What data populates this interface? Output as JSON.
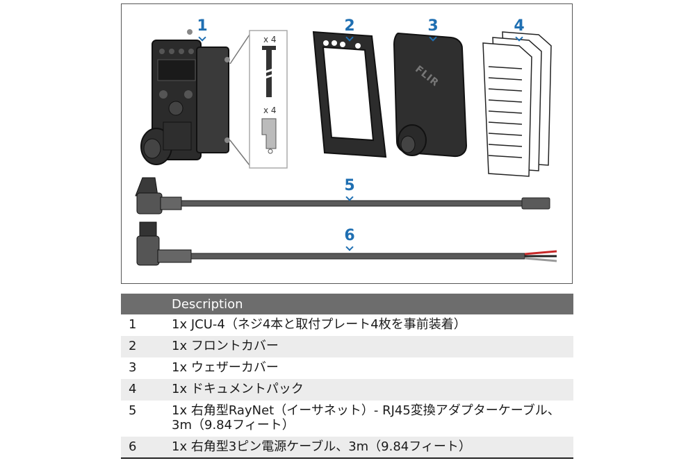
{
  "figure": {
    "callouts": [
      "1",
      "2",
      "3",
      "4",
      "5",
      "6"
    ],
    "screw_qty": "x 4",
    "clip_qty": "x 4",
    "brand_text": "FLIR"
  },
  "table": {
    "header": "Description",
    "rows": [
      {
        "num": "1",
        "desc": "1x JCU-4（ネジ4本と取付プレート4枚を事前装着）"
      },
      {
        "num": "2",
        "desc": "1x フロントカバー"
      },
      {
        "num": "3",
        "desc": "1x ウェザーカバー"
      },
      {
        "num": "4",
        "desc": "1x ドキュメントパック"
      },
      {
        "num": "5",
        "desc": "1x 右角型RayNet（イーサネット）- RJ45変換アダプターケーブル、3m（9.84フィート）"
      },
      {
        "num": "6",
        "desc": "1x 右角型3ピン電源ケーブル、3m（9.84フィート）"
      }
    ]
  }
}
